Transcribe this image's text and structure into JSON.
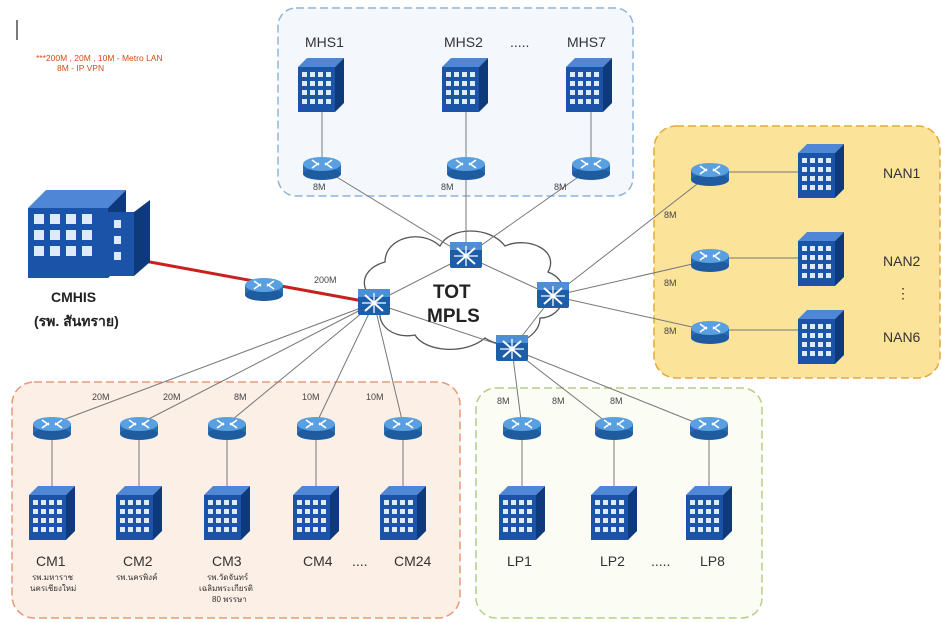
{
  "legend": {
    "line1": "***200M , 20M , 10M - Metro LAN",
    "line2": "8M - IP VPN"
  },
  "core": {
    "line1": "TOT",
    "line2": "MPLS"
  },
  "hq": {
    "name": "CMHIS",
    "thai": "(รพ. สันทราย)",
    "link_bw": "200M"
  },
  "mhs": {
    "sites": [
      "MHS1",
      "MHS2",
      "MHS7"
    ],
    "ellipsis": ".....",
    "bw": [
      "8M",
      "8M",
      "8M"
    ]
  },
  "nan": {
    "sites": [
      "NAN1",
      "NAN2",
      "NAN6"
    ],
    "ellipsis": "⋮",
    "bw": [
      "8M",
      "8M",
      "8M"
    ]
  },
  "cm": {
    "sites": [
      "CM1",
      "CM2",
      "CM3",
      "CM4",
      "CM24"
    ],
    "ellipsis": "....",
    "bw": [
      "20M",
      "20M",
      "8M",
      "10M",
      "10M"
    ],
    "sub": {
      "cm1a": "รพ.มหาราช",
      "cm1b": "นครเชียงใหม่",
      "cm2": "รพ.นครพิงค์",
      "cm3a": "รพ.วัดจันทร์",
      "cm3b": "เฉลิมพระเกียรติ",
      "cm3c": "80 พรรษา"
    }
  },
  "lp": {
    "sites": [
      "LP1",
      "LP2",
      "LP8"
    ],
    "ellipsis": ".....",
    "bw": [
      "8M",
      "8M",
      "8M"
    ]
  },
  "colors": {
    "mhs_border": "#8fb4d8",
    "mhs_fill": "#f4f8fc",
    "nan_border": "#e3a93b",
    "nan_fill": "#fbe39a",
    "cm_border": "#e59a78",
    "cm_fill": "#fcefe6",
    "lp_border": "#b5cf8a",
    "lp_fill": "#fbfdf5",
    "building": "#1b53a8",
    "router": "#3f87cf",
    "hq_link": "#c8211e"
  }
}
